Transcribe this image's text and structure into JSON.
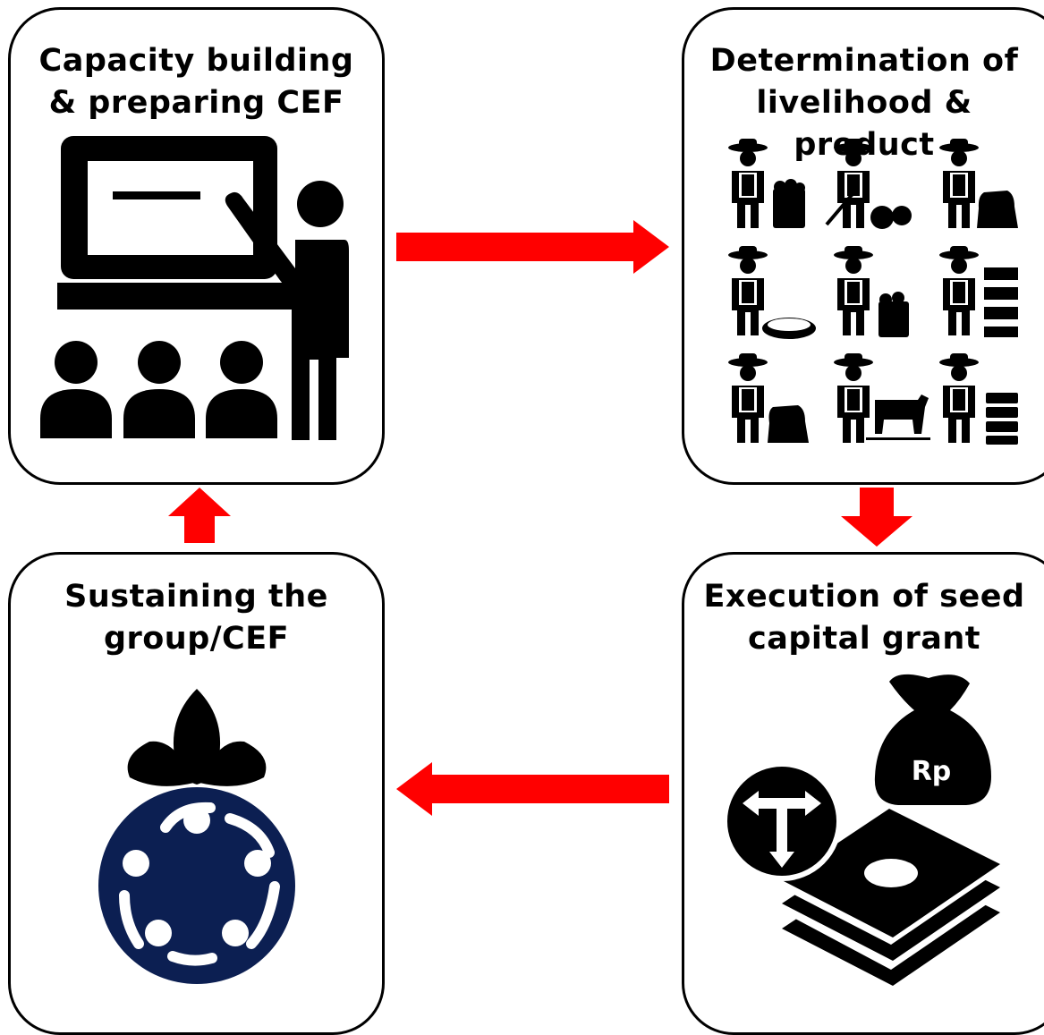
{
  "steps": {
    "capacity": {
      "line1": "Capacity building",
      "line2": "& preparing CEF",
      "icon": "teacher-presentation-icon"
    },
    "livelihood": {
      "line1": "Determination of",
      "line2": "livelihood & product",
      "icon": "farmers-products-icon"
    },
    "execution": {
      "line1": "Execution of seed",
      "line2": "capital grant",
      "icon": "money-seed-capital-icon",
      "bag_label": "Rp"
    },
    "sustain": {
      "line1": "Sustaining the",
      "line2": "group/CEF",
      "icon": "community-group-icon"
    }
  },
  "colors": {
    "arrow": "#ff0000",
    "border": "#000000",
    "icon": "#000000",
    "circle": "#0c1f52"
  }
}
